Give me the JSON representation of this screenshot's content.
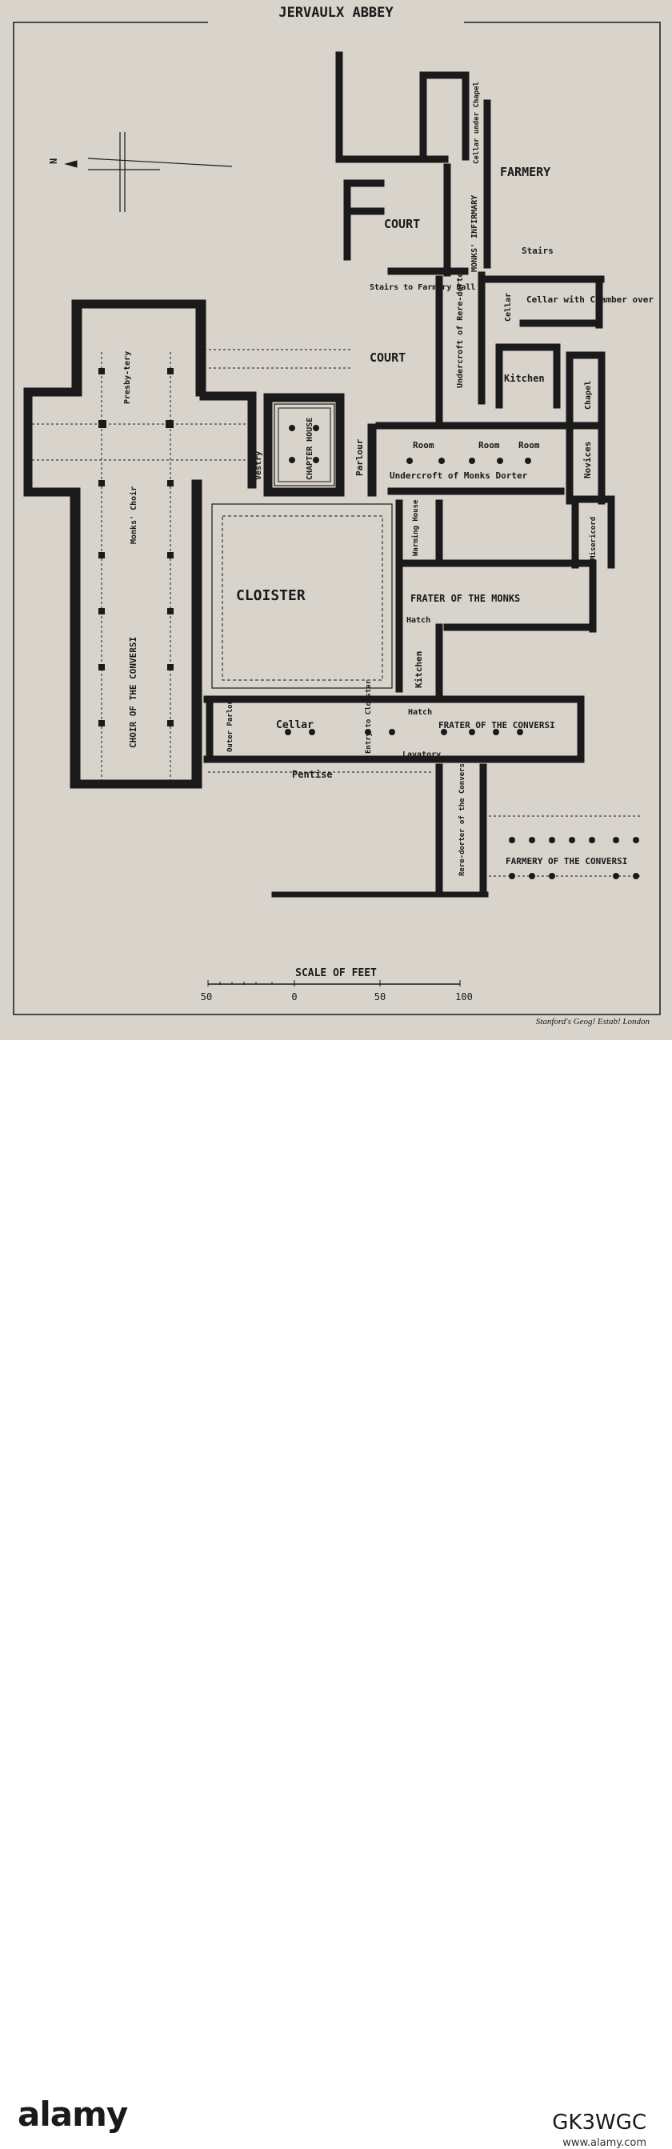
{
  "map": {
    "title": "JERVAULX ABBEY",
    "north_marker": "N",
    "rooms": {
      "farmery": "FARMERY",
      "court_north": "COURT",
      "cellar_under_chapel": "Cellar under Chapel",
      "monks_infirmary": "MONKS' INFIRMARY",
      "stairs_farmery": "Stairs",
      "stairs_to_farmery_hall": "Stairs to Farmery Hall",
      "cellar": "Cellar",
      "cellar_with_chamber_over": "Cellar with Chamber over",
      "court_middle": "COURT",
      "undercroft_of_reredorter": "Undercroft of Rere-dorter",
      "kitchen_east": "Kitchen",
      "chapel": "Chapel",
      "presbytery": "Presby-tery",
      "chapter_house": "CHAPTER HOUSE",
      "vestry": "Vestry",
      "parlour": "Parlour",
      "room_1": "Room",
      "room_2": "Room",
      "room_3": "Room",
      "undercroft_of_monks_dorter": "Undercroft of Monks Dorter",
      "novices": "Novices",
      "monks_choir": "Monks' Choir",
      "warming_house": "Warming House",
      "misericord": "Misericord",
      "cloister": "CLOISTER",
      "frater_of_the_monks": "FRATER OF THE MONKS",
      "hatch_1": "Hatch",
      "choir_of_the_conversi": "CHOIR OF THE CONVERSI",
      "kitchen_south": "Kitchen",
      "hatch_2": "Hatch",
      "outer_parlour": "Outer Parlour",
      "cellar_west": "Cellar",
      "entry_to_cloister": "Entry to Cloister",
      "frater_of_the_conversi": "FRATER OF THE CONVERSI",
      "lavatory": "Lavatory",
      "pentise": "Pentise",
      "reredorter_of_the_conversi": "Rere-dorter of the Conversi",
      "farmery_of_the_conversi": "FARMERY OF THE CONVERSI"
    },
    "scale": {
      "label": "SCALE OF FEET",
      "ticks": [
        "50",
        "0",
        "50",
        "100"
      ]
    },
    "credit": "Stanford's Geog! Estab! London"
  },
  "footer": {
    "logo": "alamy",
    "stock_id": "GK3WGC",
    "url": "www.alamy.com"
  },
  "colors": {
    "paper": "#d8d3cb",
    "ink": "#1a1a1a"
  }
}
